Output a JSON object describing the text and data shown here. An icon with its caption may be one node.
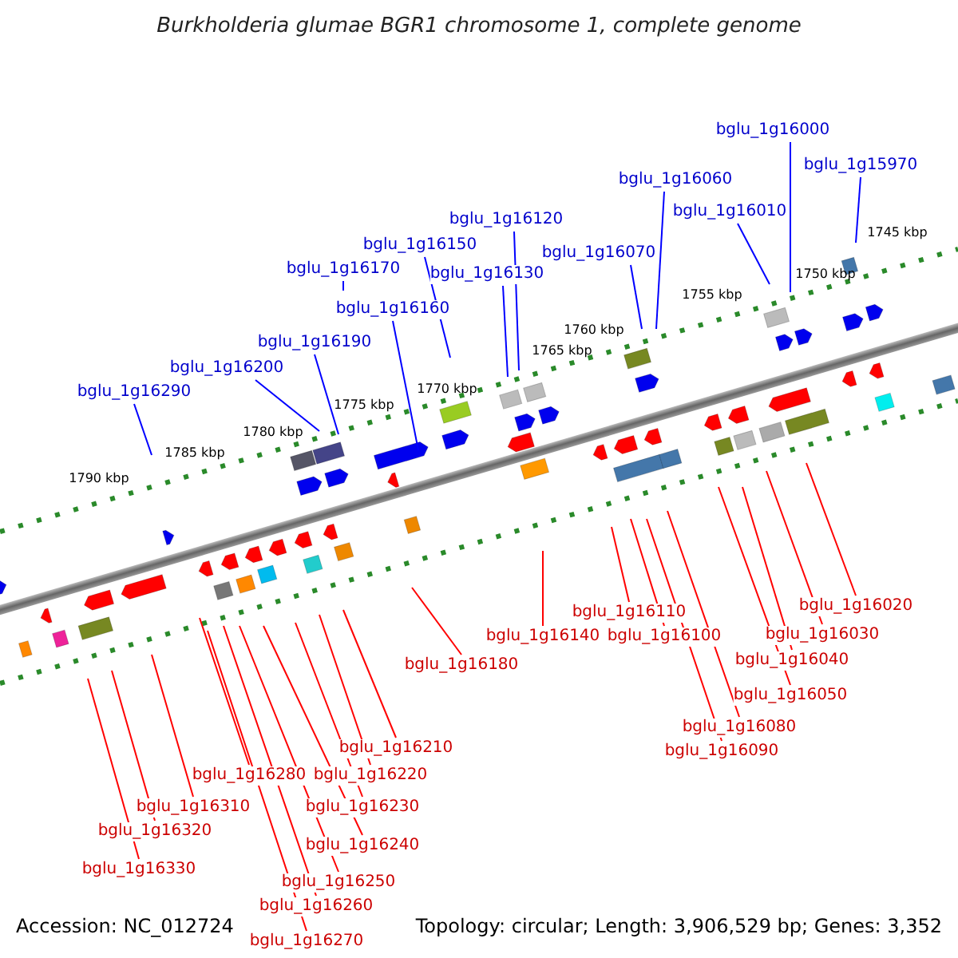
{
  "diagram": {
    "title": "Burkholderia glumae BGR1 chromosome 1, complete genome",
    "nodes": [
      {
        "text": [
          "bglu_1g16000"
        ]
      },
      {
        "text": [
          "bglu_1g15970"
        ]
      },
      {
        "text": [
          "bglu_1g16060"
        ]
      },
      {
        "text": [
          "bglu_1g16010"
        ]
      },
      {
        "text": [
          "bglu_1g16120"
        ]
      },
      {
        "text": [
          "bglu_1g16150"
        ]
      },
      {
        "text": [
          "bglu_1g16070"
        ]
      },
      {
        "text": [
          "bglu_1g16170"
        ]
      },
      {
        "text": [
          "bglu_1g16130"
        ]
      },
      {
        "text": [
          "bglu_1g16160"
        ]
      },
      {
        "text": [
          "bglu_1g16190"
        ]
      },
      {
        "text": [
          "bglu_1g16200"
        ]
      },
      {
        "text": [
          "bglu_1g16290"
        ]
      },
      {
        "text": [
          "bglu_1g16020"
        ]
      },
      {
        "text": [
          "bglu_1g16110"
        ]
      },
      {
        "text": [
          "bglu_1g16030"
        ]
      },
      {
        "text": [
          "bglu_1g16140"
        ]
      },
      {
        "text": [
          "bglu_1g16100"
        ]
      },
      {
        "text": [
          "bglu_1g16040"
        ]
      },
      {
        "text": [
          "bglu_1g16180"
        ]
      },
      {
        "text": [
          "bglu_1g16050"
        ]
      },
      {
        "text": [
          "bglu_1g16080"
        ]
      },
      {
        "text": [
          "bglu_1g16210"
        ]
      },
      {
        "text": [
          "bglu_1g16090"
        ]
      },
      {
        "text": [
          "bglu_1g16220"
        ]
      },
      {
        "text": [
          "bglu_1g16280"
        ]
      },
      {
        "text": [
          "bglu_1g16310"
        ]
      },
      {
        "text": [
          "bglu_1g16230"
        ]
      },
      {
        "text": [
          "bglu_1g16320"
        ]
      },
      {
        "text": [
          "bglu_1g16240"
        ]
      },
      {
        "text": [
          "bglu_1g16330"
        ]
      },
      {
        "text": [
          "bglu_1g16250"
        ]
      },
      {
        "text": [
          "bglu_1g16260"
        ]
      },
      {
        "text": [
          "bglu_1g16270"
        ]
      }
    ],
    "edges": [
      {
        "from": 0,
        "to": null,
        "arrow": "none",
        "color": "#0000ff"
      },
      {
        "from": 1,
        "to": null,
        "arrow": "none",
        "color": "#0000ff"
      },
      {
        "from": 2,
        "to": null,
        "arrow": "none",
        "color": "#0000ff"
      },
      {
        "from": 3,
        "to": null,
        "arrow": "none",
        "color": "#0000ff"
      },
      {
        "from": 4,
        "to": null,
        "arrow": "none",
        "color": "#0000ff"
      },
      {
        "from": 5,
        "to": null,
        "arrow": "none",
        "color": "#0000ff"
      },
      {
        "from": 6,
        "to": null,
        "arrow": "none",
        "color": "#0000ff"
      },
      {
        "from": 7,
        "to": null,
        "arrow": "none",
        "color": "#0000ff"
      },
      {
        "from": 8,
        "to": null,
        "arrow": "none",
        "color": "#0000ff"
      },
      {
        "from": 9,
        "to": null,
        "arrow": "none",
        "color": "#0000ff"
      },
      {
        "from": 10,
        "to": null,
        "arrow": "none",
        "color": "#0000ff"
      },
      {
        "from": 11,
        "to": null,
        "arrow": "none",
        "color": "#0000ff"
      },
      {
        "from": 12,
        "to": null,
        "arrow": "none",
        "color": "#0000ff"
      },
      {
        "from": 13,
        "to": null,
        "arrow": "none"
      },
      {
        "from": 14,
        "to": null,
        "arrow": "none"
      },
      {
        "from": 15,
        "to": null,
        "arrow": "none"
      },
      {
        "from": 16,
        "to": null,
        "arrow": "none"
      },
      {
        "from": 17,
        "to": null,
        "arrow": "none"
      },
      {
        "from": 18,
        "to": null,
        "arrow": "none"
      },
      {
        "from": 19,
        "to": null,
        "arrow": "none"
      },
      {
        "from": 20,
        "to": null,
        "arrow": "none"
      },
      {
        "from": 21,
        "to": null,
        "arrow": "none"
      },
      {
        "from": 22,
        "to": null,
        "arrow": "none"
      },
      {
        "from": 23,
        "to": null,
        "arrow": "none"
      },
      {
        "from": 24,
        "to": null,
        "arrow": "none"
      },
      {
        "from": 25,
        "to": null,
        "arrow": "none"
      },
      {
        "from": 26,
        "to": null,
        "arrow": "none"
      },
      {
        "from": 27,
        "to": null,
        "arrow": "none"
      },
      {
        "from": 28,
        "to": null,
        "arrow": "none"
      },
      {
        "from": 29,
        "to": null,
        "arrow": "none"
      },
      {
        "from": 30,
        "to": null,
        "arrow": "none"
      },
      {
        "from": 31,
        "to": null,
        "arrow": "none"
      },
      {
        "from": 32,
        "to": null,
        "arrow": "none"
      },
      {
        "from": 33,
        "to": null,
        "arrow": "none"
      }
    ],
    "labels": [
      "1790 kbp",
      "1785 kbp",
      "1780 kbp",
      "1775 kbp",
      "1770 kbp",
      "1765 kbp",
      "1760 kbp",
      "1755 kbp",
      "1750 kbp",
      "1745 kbp",
      "Accession: NC_012724",
      "Topology: circular; Length: 3,906,529 bp; Genes: 3,352"
    ]
  }
}
